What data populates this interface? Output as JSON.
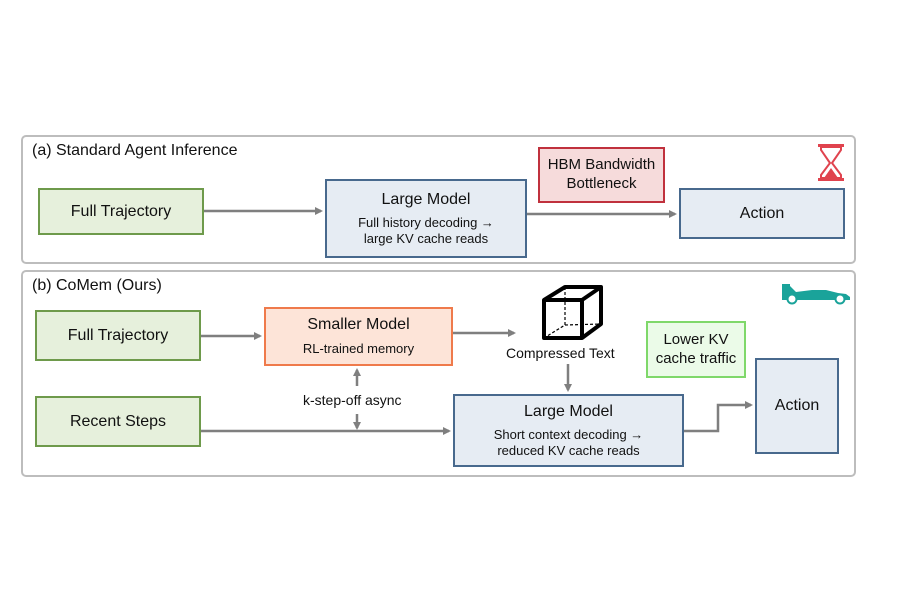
{
  "panel_a": {
    "title": "(a) Standard Agent Inference",
    "full_trajectory": "Full Trajectory",
    "large_model_title": "Large Model",
    "large_model_sub1": "Full history decoding →",
    "large_model_sub2": "large KV cache reads",
    "bottleneck_line1": "HBM Bandwidth",
    "bottleneck_line2": "Bottleneck",
    "action": "Action",
    "icon": "hourglass-icon",
    "icon_color": "#e0434e"
  },
  "panel_b": {
    "title": "(b) CoMem (Ours)",
    "full_trajectory": "Full Trajectory",
    "recent_steps": "Recent Steps",
    "smaller_model_title": "Smaller Model",
    "smaller_model_sub": "RL-trained memory",
    "async_label": "k-step-off async",
    "compressed_text": "Compressed Text",
    "large_model_title": "Large Model",
    "large_model_sub1": "Short context decoding →",
    "large_model_sub2": "reduced KV cache reads",
    "lower_kv_line1": "Lower KV",
    "lower_kv_line2": "cache traffic",
    "action": "Action",
    "icon": "race-car-icon",
    "icon_color": "#1aa39a",
    "cube_icon": "cube-icon"
  },
  "colors": {
    "arrow": "#7f7f7f",
    "green_border": "#6e9a4b",
    "blue_border": "#48698d",
    "red_border": "#c0313d",
    "orange_border": "#ef7a4b"
  }
}
